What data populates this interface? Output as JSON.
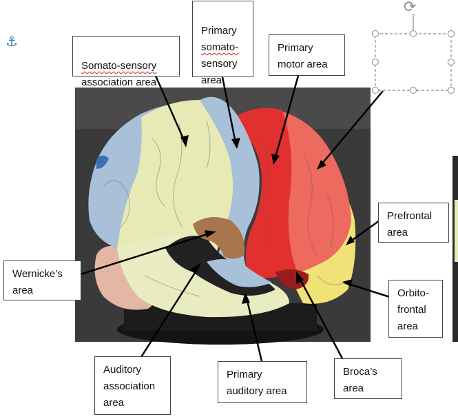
{
  "labels": {
    "somato_assoc": {
      "line1": "Somato-sensory",
      "line2": "association area"
    },
    "primary_somato": {
      "line1": "Primary",
      "line2": "somato-",
      "line3": "sensory",
      "line4": "area"
    },
    "primary_motor": "Primary\nmotor area",
    "prefrontal": "Prefrontal\narea",
    "orbitofrontal": "Orbito-\nfrontal\narea",
    "wernicke": "Wernicke’s\narea",
    "auditory_assoc": "Auditory\nassociation\narea",
    "primary_auditory": "Primary\nauditory area",
    "broca": "Broca’s\narea"
  },
  "icons": {
    "anchor": "⚓",
    "rotate": "⟳"
  },
  "colors": {
    "somatosensory_association": "#e6eab4",
    "primary_somatosensory": "#a9c0d9",
    "primary_motor": "#e2302e",
    "premotor": "#ec6a5e",
    "prefrontal": "#f0e276",
    "wernicke": "#a8754c",
    "auditory_association": "#222222",
    "temporal": "#e9ecc0",
    "cerebellum": "#e3b7a4"
  }
}
